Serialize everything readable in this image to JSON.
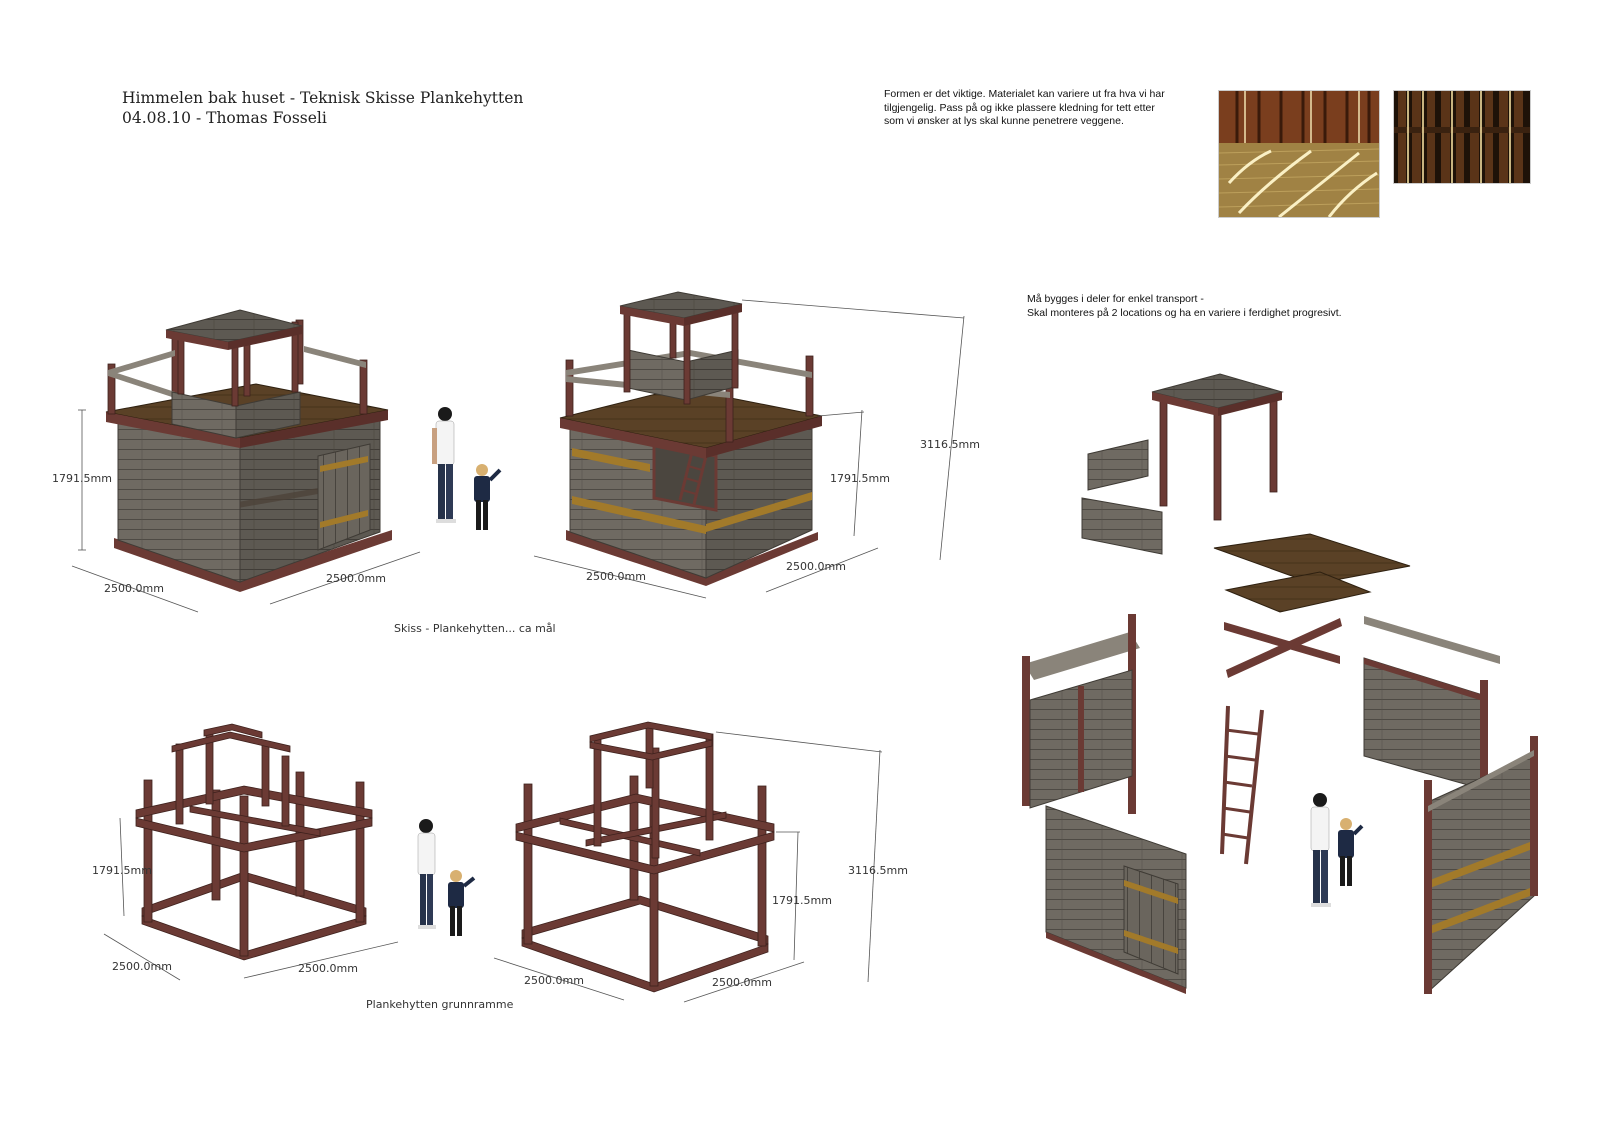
{
  "header": {
    "line1": "Himmelen bak huset - Teknisk Skisse Plankehytten",
    "line2": "04.08.10 - Thomas Fosseli"
  },
  "notes": {
    "material_line1": "Formen er det viktige. Materialet kan variere ut fra hva vi har",
    "material_line2": "tilgjengelig. Pass på og ikke plassere kledning for tett etter",
    "material_line3": "som vi ønsker at lys skal kunne penetrere veggene.",
    "transport_line1": "Må bygges i deler for enkel transport -",
    "transport_line2": "Skal monteres på 2 locations og ha en variere i ferdighet progresivt."
  },
  "captions": {
    "sketch": "Skiss - Plankehytten... ca mål",
    "frame": "Plankehytten grunnramme"
  },
  "dimensions": {
    "height_short": "1791.5mm",
    "height_tall": "3116.5mm",
    "width": "2500.0mm"
  },
  "colors": {
    "wood_gray": "#6f6a62",
    "wood_dark": "#4e4a44",
    "beam_red": "#6b3a34",
    "floor_brown": "#5a4126",
    "accent_yellow": "#a27a2a"
  }
}
